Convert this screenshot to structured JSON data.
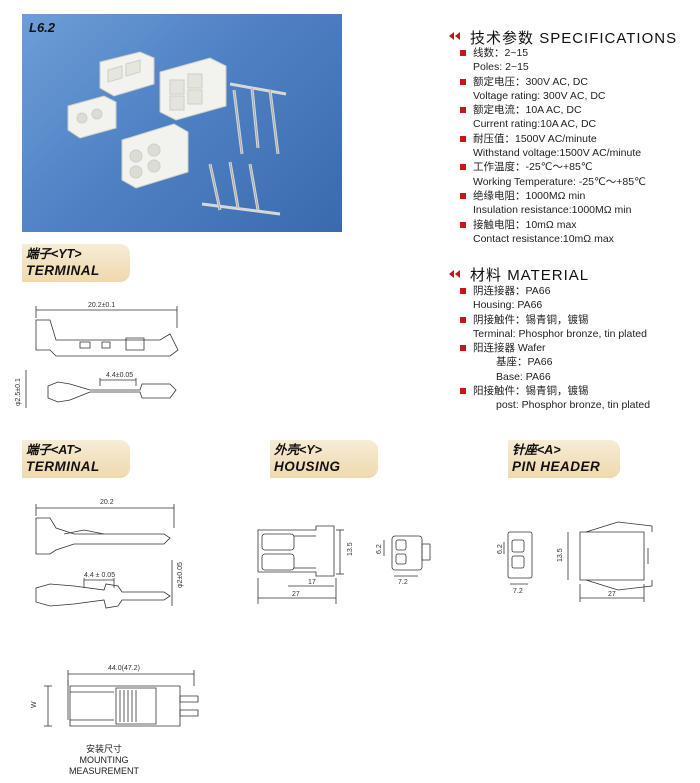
{
  "photo": {
    "tag": "L6.2"
  },
  "specifications": {
    "title_zh": "技术参数",
    "title_en": "SPECIFICATIONS",
    "items": [
      {
        "zh": "线数：2~15",
        "en": "Poles: 2~15"
      },
      {
        "zh": "额定电压：300V  AC, DC",
        "en": "Voltage rating: 300V  AC, DC"
      },
      {
        "zh": "额定电流：10A AC, DC",
        "en": "Current rating:10A AC, DC"
      },
      {
        "zh": "耐压值：1500V AC/minute",
        "en": "Withstand voltage:1500V AC/minute"
      },
      {
        "zh": "工作温度：-25℃～+85℃",
        "en": "Working Temperature: -25℃～+85℃"
      },
      {
        "zh": "绝缘电阻：1000MΩ min",
        "en": "Insulation resistance:1000MΩ min"
      },
      {
        "zh": "接触电阻：10mΩ max",
        "en": "Contact resistance:10mΩ max"
      }
    ]
  },
  "material": {
    "title_zh": "材料",
    "title_en": "MATERIAL",
    "items": [
      {
        "zh": "阴连接器：PA66",
        "en": "Housing:  PA66"
      },
      {
        "zh": "阴接触件：锡青铜，镀锡",
        "en": "Terminal:  Phosphor bronze, tin plated"
      },
      {
        "zh": "阳连接器 Wafer",
        "sub": [
          {
            "zh": "基座：PA66",
            "en": "Base:  PA66"
          }
        ]
      },
      {
        "zh": "阳接触件：锡青铜，镀锡",
        "en": "post:  Phosphor bronze, tin plated"
      }
    ]
  },
  "labels": {
    "yt": {
      "zh": "端子<YT>",
      "en": "TERMINAL"
    },
    "at": {
      "zh": "端子<AT>",
      "en": "TERMINAL"
    },
    "y": {
      "zh": "外壳<Y>",
      "en": "HOUSING"
    },
    "a": {
      "zh": "针座<A>",
      "en": "PIN HEADER"
    }
  },
  "dims": {
    "yt_length": "20.2±0.1",
    "yt_diameter": "φ2.5±0.1",
    "yt_width": "4.4±0.05",
    "at_length": "20.2",
    "at_width": "4.4 ± 0.05",
    "at_diameter": "φ2±0.05",
    "y_height": "13.5",
    "y_inner": "17",
    "y_total": "27",
    "y_side_h": "6.2",
    "y_side_w": "7.2",
    "a_side_h": "6.2",
    "a_side_w": "7.2",
    "a_height": "13.5",
    "a_total": "27",
    "mount_length": "44.0(47.2)",
    "mount_w": "W"
  },
  "mounting": {
    "zh": "安装尺寸",
    "en": "MOUNTING MEASUREMENT"
  }
}
